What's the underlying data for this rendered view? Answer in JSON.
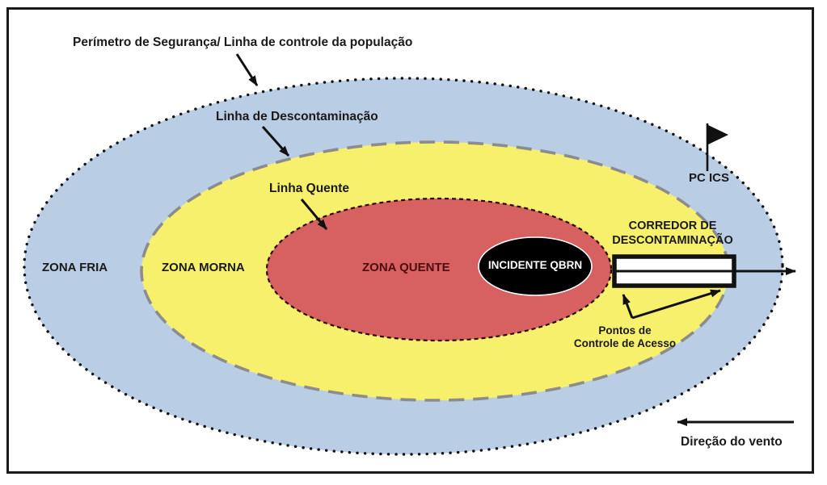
{
  "diagram": {
    "title": "Perímetro de Segurança/ Linha de controle da população",
    "labels": {
      "decon_line": "Linha de Descontaminação",
      "hot_line": "Linha Quente",
      "pc_ics": "PC ICS",
      "cold_zone": "ZONA FRIA",
      "warm_zone": "ZONA MORNA",
      "hot_zone": "ZONA QUENTE",
      "incident": "INCIDENTE QBRN",
      "corridor_line1": "CORREDOR DE",
      "corridor_line2": "DESCONTAMINAÇÃO",
      "access_line1": "Pontos de",
      "access_line2": "Controle de Acesso",
      "wind": "Direção do vento"
    },
    "colors": {
      "cold_zone_fill": "#b9cde4",
      "warm_zone_fill": "#f7f06c",
      "hot_zone_fill": "#d76060",
      "incident_fill": "#000000",
      "warm_zone_border": "#8c8c8c",
      "hot_zone_text": "#4d0e0e"
    }
  }
}
